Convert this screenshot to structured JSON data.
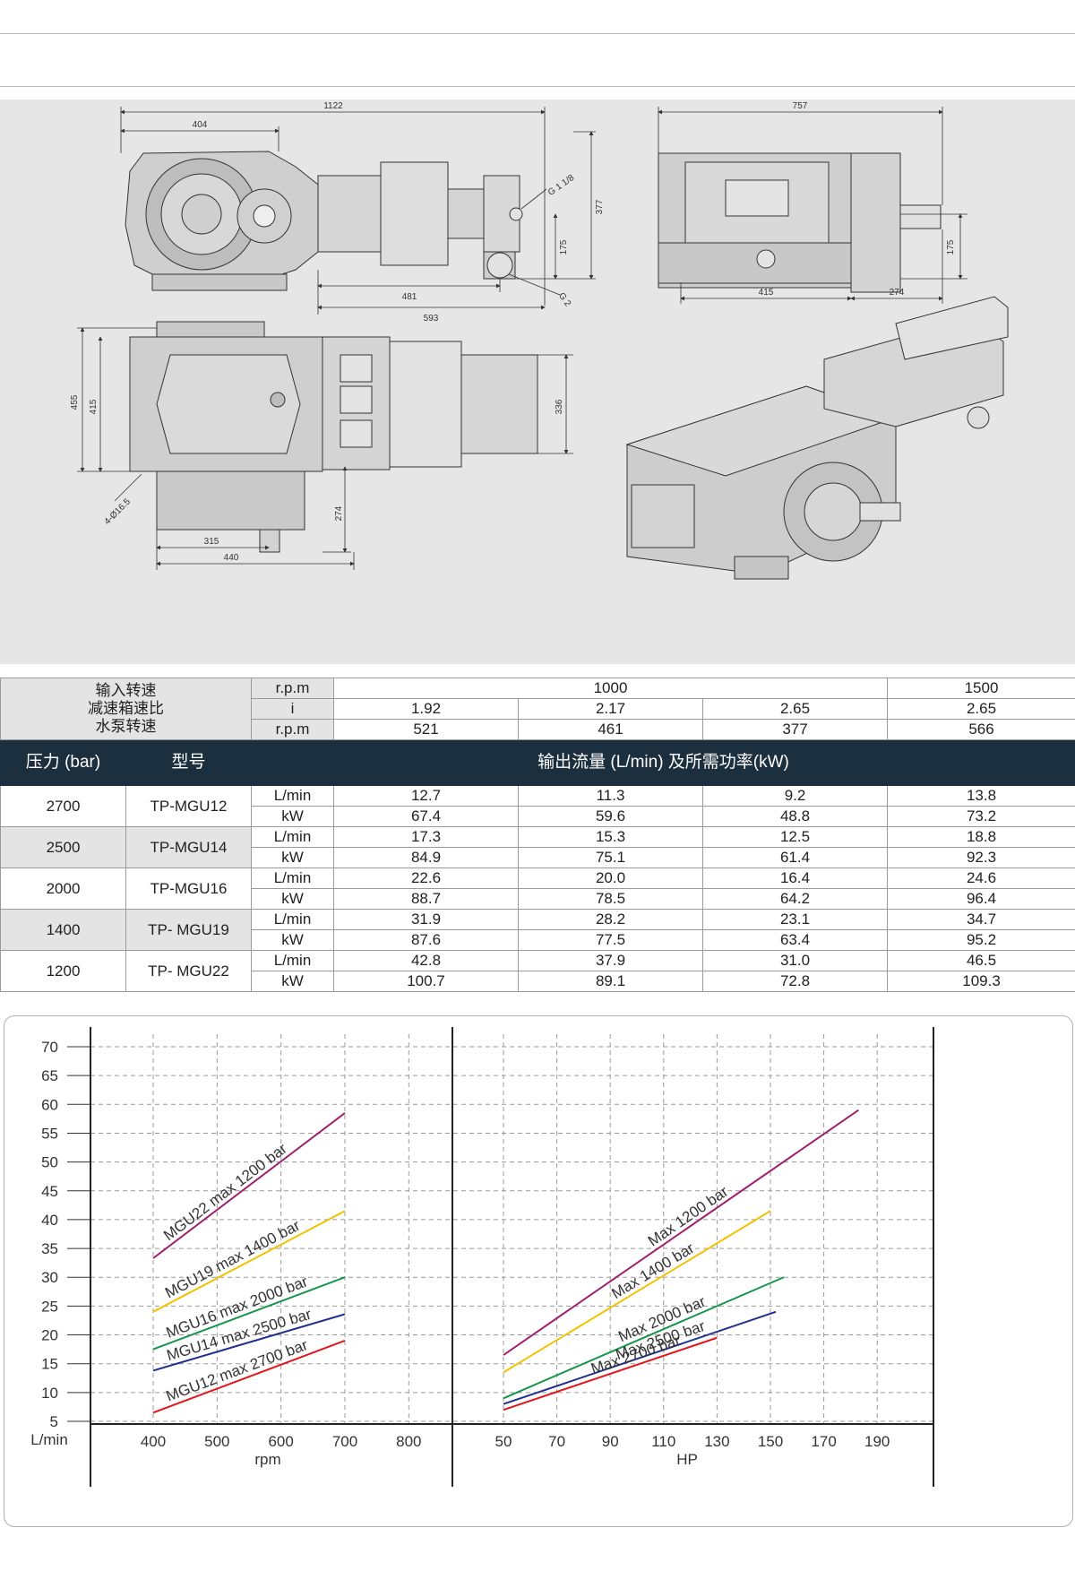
{
  "drawing": {
    "dims_top_left": [
      "1122",
      "404",
      "377",
      "175",
      "481",
      "593",
      "G 1 1/8",
      "G 2"
    ],
    "dims_top_right": [
      "757",
      "175",
      "415",
      "274"
    ],
    "dims_bottom_left": [
      "455",
      "415",
      "336",
      "4-Ø16.5",
      "274",
      "315",
      "440"
    ]
  },
  "spec_table": {
    "header_labels": [
      "输入转速",
      "减速箱速比",
      "水泵转速"
    ],
    "units": [
      "r.p.m",
      "i",
      "r.p.m"
    ],
    "input_speeds": [
      "1000",
      "1500"
    ],
    "ratios": [
      "1.92",
      "2.17",
      "2.65",
      "2.65"
    ],
    "pump_speeds": [
      "521",
      "461",
      "377",
      "566"
    ],
    "col_pressure": "压力 (bar)",
    "col_model": "型号",
    "col_output": "输出流量 (L/min) 及所需功率(kW)",
    "rows": [
      {
        "pressure": "2700",
        "model": "TP-MGU12",
        "lmin_unit": "L/min",
        "kw_unit": "kW",
        "lmin": [
          "12.7",
          "11.3",
          "9.2",
          "13.8"
        ],
        "kw": [
          "67.4",
          "59.6",
          "48.8",
          "73.2"
        ]
      },
      {
        "pressure": "2500",
        "model": "TP-MGU14",
        "lmin_unit": "L/min",
        "kw_unit": "kW",
        "lmin": [
          "17.3",
          "15.3",
          "12.5",
          "18.8"
        ],
        "kw": [
          "84.9",
          "75.1",
          "61.4",
          "92.3"
        ]
      },
      {
        "pressure": "2000",
        "model": "TP-MGU16",
        "lmin_unit": "L/min",
        "kw_unit": "kW",
        "lmin": [
          "22.6",
          "20.0",
          "16.4",
          "24.6"
        ],
        "kw": [
          "88.7",
          "78.5",
          "64.2",
          "96.4"
        ]
      },
      {
        "pressure": "1400",
        "model": "TP- MGU19",
        "lmin_unit": "L/min",
        "kw_unit": "kW",
        "lmin": [
          "31.9",
          "28.2",
          "23.1",
          "34.7"
        ],
        "kw": [
          "87.6",
          "77.5",
          "63.4",
          "95.2"
        ]
      },
      {
        "pressure": "1200",
        "model": "TP- MGU22",
        "lmin_unit": "L/min",
        "kw_unit": "kW",
        "lmin": [
          "42.8",
          "37.9",
          "31.0",
          "46.5"
        ],
        "kw": [
          "100.7",
          "89.1",
          "72.8",
          "109.3"
        ]
      }
    ]
  },
  "chart_data": [
    {
      "type": "line",
      "xlabel": "rpm",
      "ylabel": "L/min",
      "xlim": [
        400,
        800
      ],
      "ylim": [
        0,
        70
      ],
      "xticks": [
        400,
        500,
        600,
        700,
        800
      ],
      "yticks": [
        5,
        10,
        15,
        20,
        25,
        30,
        35,
        40,
        45,
        50,
        55,
        60,
        65,
        70
      ],
      "grid": true,
      "series": [
        {
          "name": "MGU22 max 1200 bar",
          "color": "#a0206e",
          "x": [
            400,
            700
          ],
          "y": [
            33.3,
            58.5
          ]
        },
        {
          "name": "MGU19 max 1400 bar",
          "color": "#f2c200",
          "x": [
            400,
            700
          ],
          "y": [
            24.0,
            41.5
          ]
        },
        {
          "name": "MGU16 max 2000 bar",
          "color": "#17954a",
          "x": [
            400,
            700
          ],
          "y": [
            17.5,
            30.0
          ]
        },
        {
          "name": "MGU14 max 2500 bar",
          "color": "#1f2f8f",
          "x": [
            400,
            700
          ],
          "y": [
            13.8,
            23.6
          ]
        },
        {
          "name": "MGU12 max 2700 bar",
          "color": "#e3151b",
          "x": [
            400,
            700
          ],
          "y": [
            6.5,
            19.0
          ]
        }
      ]
    },
    {
      "type": "line",
      "xlabel": "HP",
      "xlim": [
        50,
        200
      ],
      "ylim": [
        0,
        70
      ],
      "xticks": [
        50,
        70,
        90,
        110,
        130,
        150,
        170,
        190
      ],
      "grid": true,
      "series": [
        {
          "name": "Max 1200 bar",
          "color": "#a0206e",
          "x": [
            50,
            183
          ],
          "y": [
            16.5,
            59.0
          ]
        },
        {
          "name": "Max 1400 bar",
          "color": "#f2c200",
          "x": [
            50,
            150
          ],
          "y": [
            13.5,
            41.5
          ]
        },
        {
          "name": "Max 2000 bar",
          "color": "#17954a",
          "x": [
            50,
            155
          ],
          "y": [
            9.0,
            30.0
          ]
        },
        {
          "name": "Max 2500 bar",
          "color": "#1f2f8f",
          "x": [
            50,
            152
          ],
          "y": [
            8.0,
            24.0
          ]
        },
        {
          "name": "Max 2700 bar",
          "color": "#e3151b",
          "x": [
            50,
            130
          ],
          "y": [
            7.0,
            19.5
          ]
        }
      ]
    }
  ]
}
